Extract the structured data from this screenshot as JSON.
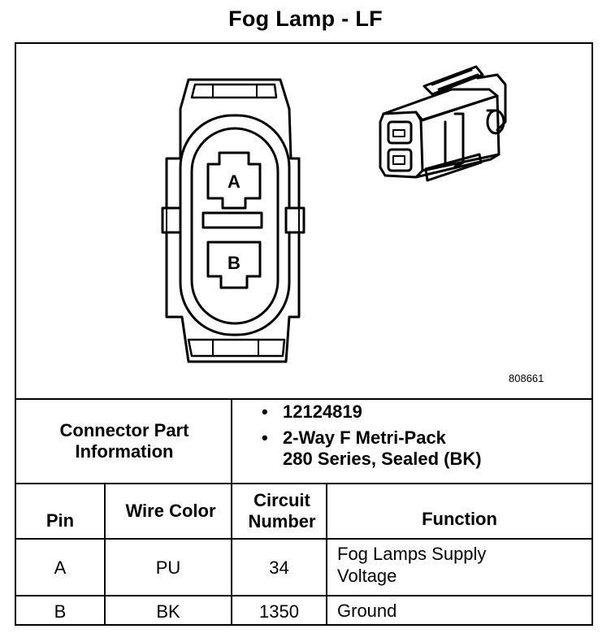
{
  "title": "Fog Lamp - LF",
  "figure_id": "808661",
  "pin_labels": [
    "A",
    "B"
  ],
  "connector": {
    "label": "Connector Part Information",
    "items": [
      "12124819",
      "2-Way F Metri-Pack\n280 Series, Sealed (BK)"
    ]
  },
  "table": {
    "headers": {
      "pin": "Pin",
      "wire_color": "Wire Color",
      "circuit_number": "Circuit Number",
      "function": "Function"
    },
    "rows": [
      {
        "pin": "A",
        "wire_color": "PU",
        "circuit_number": "34",
        "function": "Fog Lamps Supply Voltage"
      },
      {
        "pin": "B",
        "wire_color": "BK",
        "circuit_number": "1350",
        "function": "Ground"
      }
    ]
  }
}
